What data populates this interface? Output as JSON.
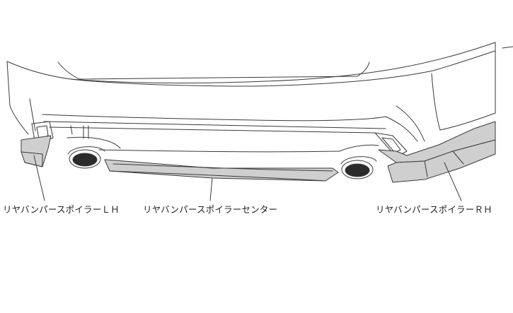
{
  "labels": {
    "lh": "リヤバンパースポイラーＬＨ",
    "center": "リヤバンパースポイラーセンター",
    "rh": "リヤバンパースポイラーＲＨ"
  },
  "colors": {
    "line": "#3a3a3a",
    "part_fill": "#cfcfcf",
    "part_fill_dark": "#b5b5b5",
    "background": "#ffffff"
  }
}
